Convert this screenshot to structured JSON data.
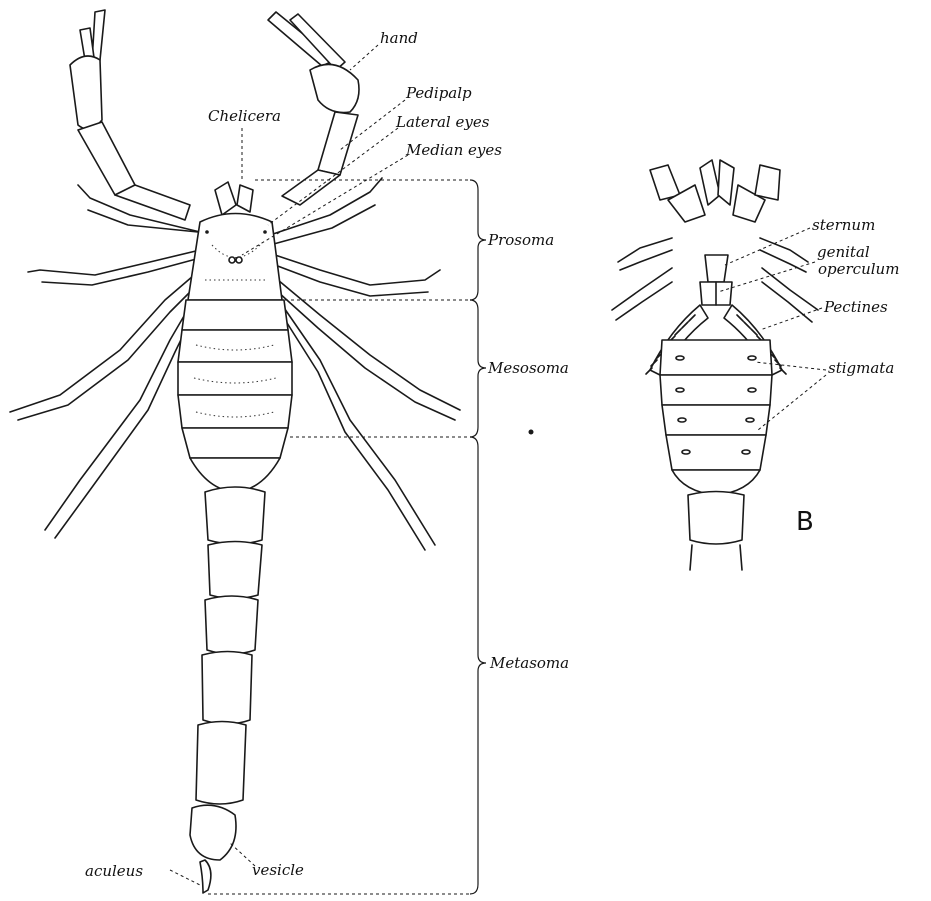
{
  "panel_a": {
    "labels": {
      "hand": "hand",
      "pedipalp": "Pedipalp",
      "lateral_eyes": "Lateral eyes",
      "median_eyes": "Median eyes",
      "chelicera": "Chelicera",
      "prosoma": "Prosoma",
      "mesosoma": "Mesosoma",
      "metasoma": "Metasoma",
      "aculeus": "aculeus",
      "vesicle": "vesicle"
    }
  },
  "panel_b": {
    "panel_letter": "B",
    "labels": {
      "sternum": "sternum",
      "genital": "genital",
      "operculum": "operculum",
      "pectines": "Pectines",
      "stigmata": "stigmata"
    }
  }
}
